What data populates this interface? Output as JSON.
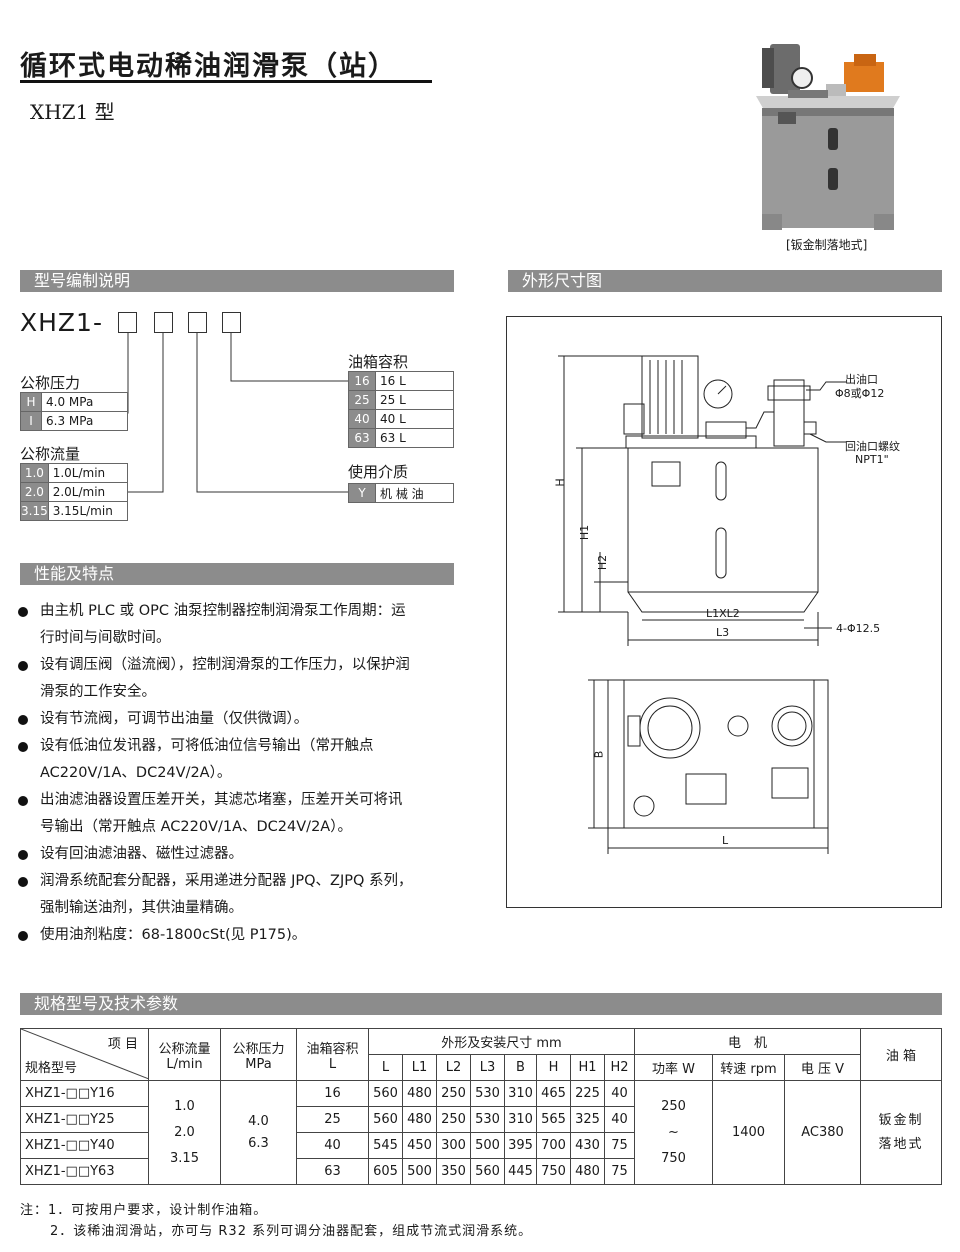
{
  "header": {
    "title": "循环式电动稀油润滑泵（站）",
    "subtitle": "XHZ1 型",
    "photo_caption": "[钣金制落地式]"
  },
  "sections": {
    "model": "型号编制说明",
    "outline": "外形尺寸图",
    "features": "性能及特点",
    "specs": "规格型号及技术参数"
  },
  "model_code": {
    "prefix": "XHZ1-",
    "pressure": {
      "label": "公称压力",
      "rows": [
        {
          "k": "H",
          "v": "4.0 MPa"
        },
        {
          "k": "I",
          "v": "6.3 MPa"
        }
      ]
    },
    "flow": {
      "label": "公称流量",
      "rows": [
        {
          "k": "1.0",
          "v": "1.0L/min"
        },
        {
          "k": "2.0",
          "v": "2.0L/min"
        },
        {
          "k": "3.15",
          "v": "3.15L/min"
        }
      ]
    },
    "tank": {
      "label": "油箱容积",
      "rows": [
        {
          "k": "16",
          "v": "16 L"
        },
        {
          "k": "25",
          "v": "25 L"
        },
        {
          "k": "40",
          "v": "40 L"
        },
        {
          "k": "63",
          "v": "63 L"
        }
      ]
    },
    "medium": {
      "label": "使用介质",
      "rows": [
        {
          "k": "Y",
          "v": "机 械 油"
        }
      ]
    }
  },
  "features": [
    [
      "由主机 PLC 或 OPC 油泵控制器控制润滑泵工作周期：运",
      "行时间与间歇时间。"
    ],
    [
      "设有调压阀（溢流阀），控制润滑泵的工作压力，以保护润",
      "滑泵的工作安全。"
    ],
    [
      "设有节流阀，可调节出油量（仅供微调）。"
    ],
    [
      "设有低油位发讯器，可将低油位信号输出（常开触点",
      "AC220V/1A、DC24V/2A）。"
    ],
    [
      "出油滤油器设置压差开关，其滤芯堵塞，压差开关可将讯",
      "号输出（常开触点 AC220V/1A、DC24V/2A）。"
    ],
    [
      "设有回油滤油器、磁性过滤器。"
    ],
    [
      "润滑系统配套分配器，采用递进分配器 JPQ、ZJPQ 系列，",
      "强制输送油剂，其供油量精确。"
    ],
    [
      "使用油剂粘度：68-1800cSt(见 P175)。"
    ]
  ],
  "drawing": {
    "outlet": "出油口",
    "outlet_dia": "Φ8或Φ12",
    "return": "回油口螺纹",
    "return_thread": "NPT1\"",
    "H": "H",
    "H1": "H1",
    "H2": "H2",
    "L1xL2": "L1XL2",
    "L3": "L3",
    "holes": "4-Φ12.5",
    "B": "B",
    "L": "L"
  },
  "spec_table": {
    "item": "项 目",
    "model": "规格型号",
    "flow_h": "公称流量",
    "flow_u": "L/min",
    "press_h": "公称压力",
    "press_u": "MPa",
    "tank_h": "油箱容积",
    "tank_u": "L",
    "dims_h": "外形及安装尺寸 mm",
    "dim_cols": [
      "L",
      "L1",
      "L2",
      "L3",
      "B",
      "H",
      "H1",
      "H2"
    ],
    "motor_h": "电　机",
    "power": "功率 W",
    "speed": "转速 rpm",
    "volt": "电 压 V",
    "tank_col": "油 箱",
    "rows": [
      {
        "model": "XHZ1-□□Y16",
        "tank": "16",
        "dims": [
          "560",
          "480",
          "250",
          "530",
          "310",
          "465",
          "225",
          "40"
        ]
      },
      {
        "model": "XHZ1-□□Y25",
        "tank": "25",
        "dims": [
          "560",
          "480",
          "250",
          "530",
          "310",
          "565",
          "325",
          "40"
        ]
      },
      {
        "model": "XHZ1-□□Y40",
        "tank": "40",
        "dims": [
          "545",
          "450",
          "300",
          "500",
          "395",
          "700",
          "430",
          "75"
        ]
      },
      {
        "model": "XHZ1-□□Y63",
        "tank": "63",
        "dims": [
          "605",
          "500",
          "350",
          "560",
          "445",
          "750",
          "480",
          "75"
        ]
      }
    ],
    "flows": [
      "1.0",
      "2.0",
      "3.15"
    ],
    "presses": [
      "4.0",
      "6.3"
    ],
    "power_vals": [
      "250",
      "~",
      "750"
    ],
    "speed_val": "1400",
    "volt_val": "AC380",
    "tank_vals": [
      "钣金制",
      "落地式"
    ]
  },
  "notes": [
    "注：1．可按用户要求，设计制作油箱。",
    "2．该稀油润滑站，亦可与 R32 系列可调分油器配套，组成节流式润滑系统。"
  ]
}
